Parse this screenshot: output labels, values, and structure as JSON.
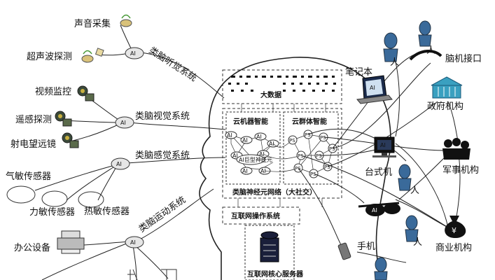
{
  "nodes": {
    "ai": "AI",
    "ps": "PS",
    "sound": "声音采集",
    "ultrasonic": "超声波探测",
    "hearing_system": "类脑听觉系统",
    "video": "视频监控",
    "remote_sensing": "遥感探测",
    "radio_telescope": "射电望远镜",
    "vision_system": "类脑视觉系统",
    "gas_sensor": "气敏传感器",
    "force_sensor": "力敏传感器",
    "heat_sensor": "热敏传感器",
    "sense_system": "类脑感觉系统",
    "motion_system": "类脑运动系统",
    "office": "办公设备",
    "big_data": "大数据",
    "cloud_machine": "云机器智能",
    "cloud_group": "云群体智能",
    "giant_neuron": "AI巨型神经元",
    "network": "类脑神经元网络（大社交）",
    "os": "互联网操作系统",
    "core_server": "互联网核心服务器",
    "notebook": "笔记本",
    "person": "人",
    "bci": "脑机接口",
    "gov": "政府机构",
    "desktop": "台式机",
    "military": "军事机构",
    "glasses_ai": "AI",
    "mobile": "手机",
    "business": "商业机构",
    "yen": "¥"
  }
}
